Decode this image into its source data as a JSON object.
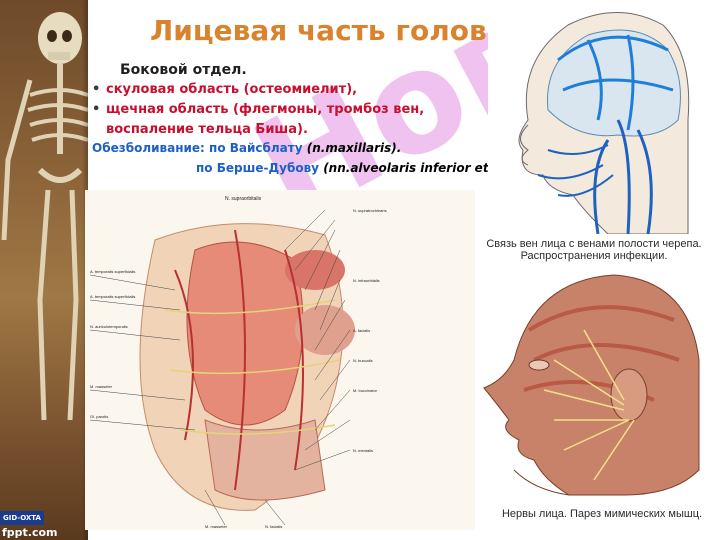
{
  "title": "Лицевая часть головы",
  "subheading": "Боковой отдел.",
  "bullets": [
    "скуловая область (остеомиелит),",
    "щечная область (флегмоны, тромбоз вен, воспаление тельца Биша)."
  ],
  "anesthesia": {
    "label": "Обезболивание:",
    "line1_method": "по Вайсблату",
    "line1_nerve": "(n.maxillaris).",
    "line2_method": "по Берше-Дубову",
    "line2_nerve": "(nn.alveolaris inferior et lingualis)."
  },
  "captions": {
    "veins": "Связь вен лица с венами полости черепа.",
    "veins2": "Распространения инфекции.",
    "nerves": "Нервы лица. Парез мимических мышц."
  },
  "watermark": "Нов",
  "logos": {
    "top": "GID-OXTA",
    "bottom": "fppt.com"
  },
  "anatomy_labels": {
    "top": "N. supraorbitalis",
    "left": [
      "A. temporalis superficialis",
      "A. temporalis superficialis",
      "N. auriculotemporalis",
      "M. masseter",
      "Gl. parotis"
    ],
    "right": [
      "N. supratrochlearis",
      "N. infraorbitalis",
      "A. facialis",
      "N. buccalis",
      "M. buccinator",
      "N. mentalis"
    ],
    "bottom": [
      "M. masseter",
      "N. facialis"
    ]
  },
  "colors": {
    "title": "#d9832e",
    "red_text": "#c8102e",
    "blue_text": "#1c5fc7"
  }
}
